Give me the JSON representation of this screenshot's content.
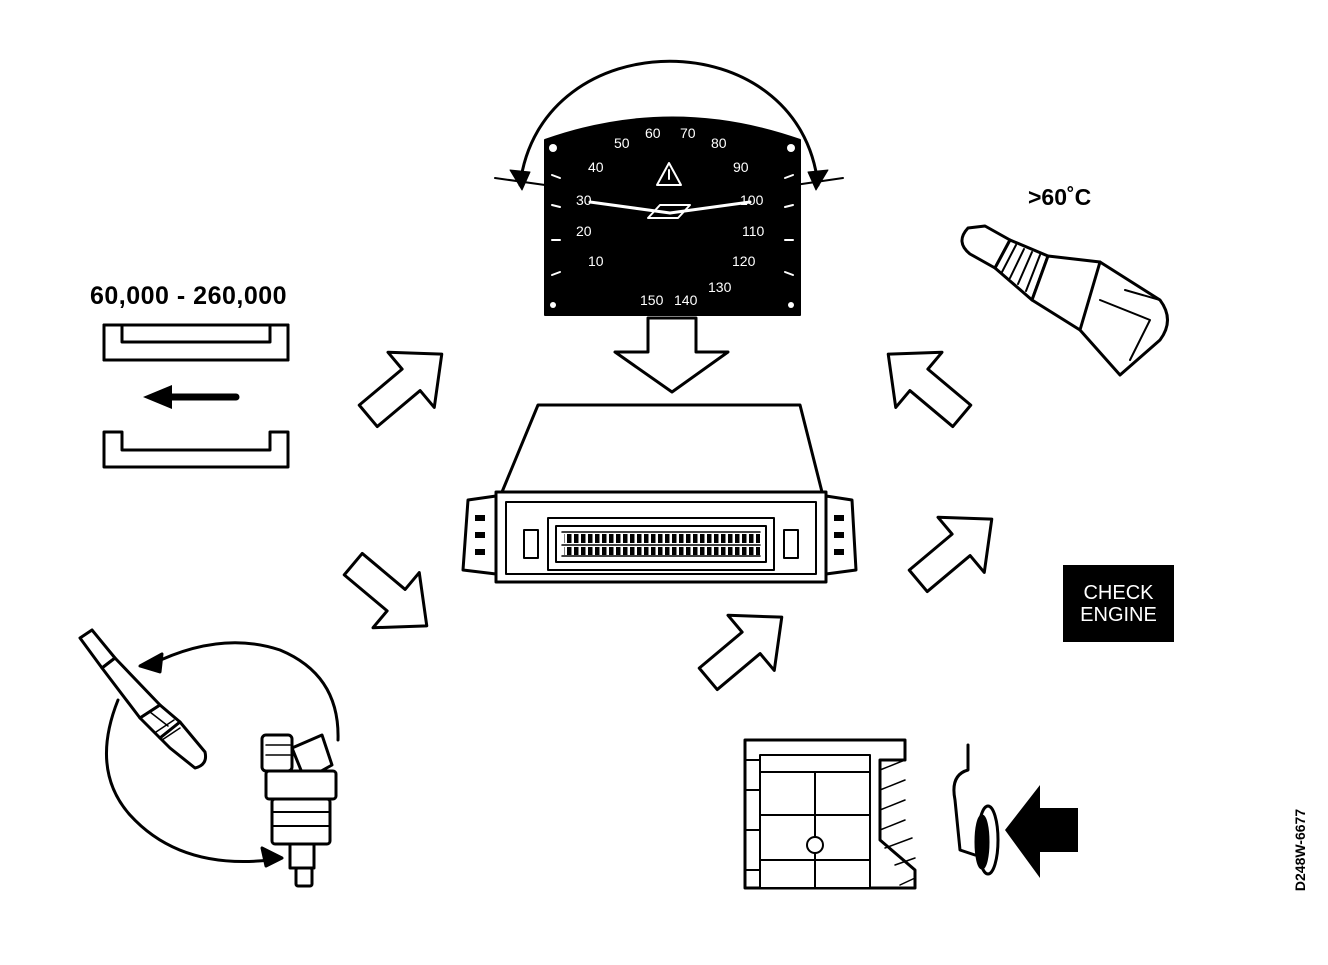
{
  "labels": {
    "mileage_range": "60,000 - 260,000",
    "temperature": ">60˚C",
    "check_engine_line1": "CHECK",
    "check_engine_line2": "ENGINE",
    "figure_id": "D248W-6677"
  },
  "speedometer": {
    "scale": [
      "10",
      "20",
      "30",
      "40",
      "50",
      "60",
      "70",
      "80",
      "90",
      "100",
      "110",
      "120",
      "130",
      "140",
      "150"
    ]
  },
  "colors": {
    "ink": "#000000",
    "paper": "#ffffff"
  },
  "icons": [
    "speedometer-icon",
    "ecu-module-icon",
    "temperature-sensor-icon",
    "oxygen-sensor-icon",
    "fuel-injector-icon",
    "knock-sensor-icon",
    "mileage-bracket-icon",
    "input-arrow-icon"
  ]
}
